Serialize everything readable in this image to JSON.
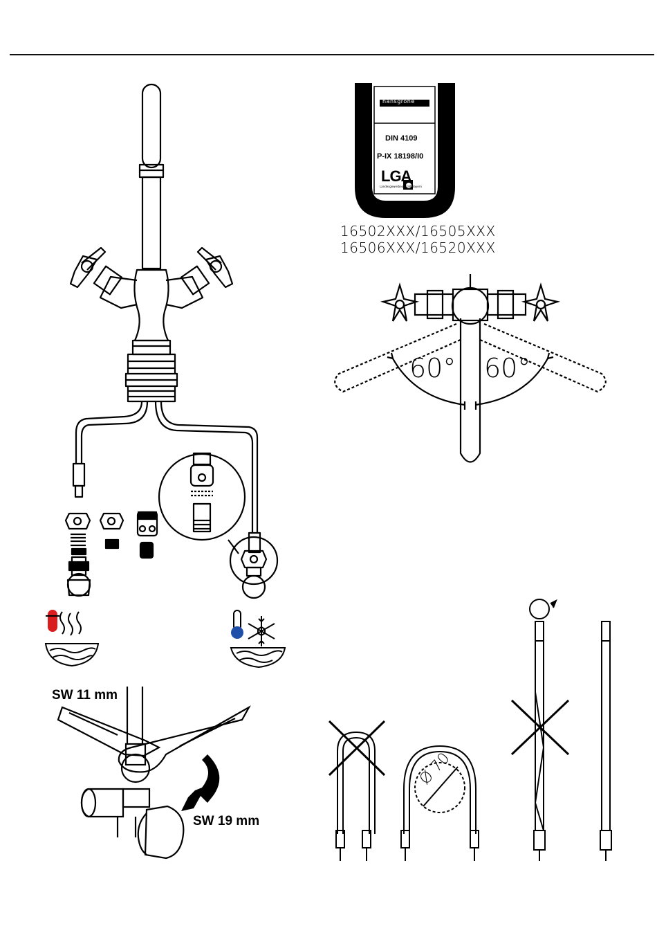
{
  "certificate": {
    "brand": "hansgrohe",
    "standard": "DIN 4109",
    "test_number": "P-IX 18198/I0",
    "lab_logo": "LGA",
    "lab_caption": "Landesgewerbeanstalt Bayern"
  },
  "models": {
    "line1": "16502XXX/16505XXX",
    "line2": "16506XXX/16520XXX"
  },
  "rotation": {
    "left_angle": "60°",
    "right_angle": "60°"
  },
  "wrench": {
    "sw_top": "SW 11 mm",
    "sw_bottom": "SW 19 mm"
  },
  "hose": {
    "bend_diameter": "Ø 70"
  },
  "icons": {
    "hot": "hot-water-thermometer-icon",
    "cold": "cold-water-snowflake-icon",
    "rotate": "rotate-arrow-icon"
  },
  "colors": {
    "hot": "#d81e1e",
    "cold": "#1f4fa8"
  }
}
